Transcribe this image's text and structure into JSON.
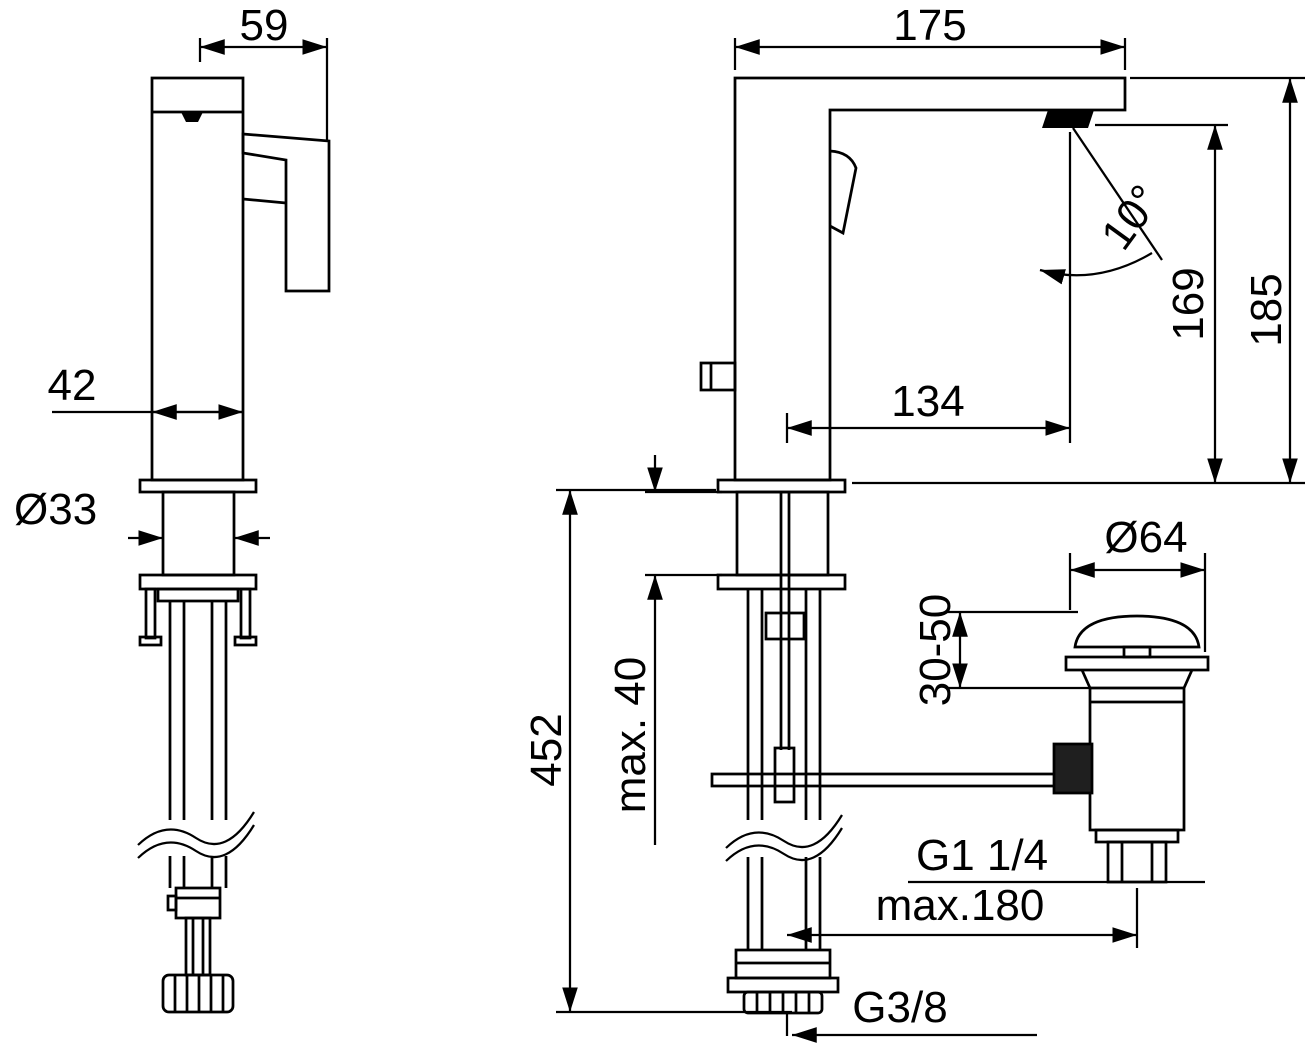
{
  "drawing": {
    "background": "#ffffff",
    "line_color": "#000000",
    "side_view": {
      "dim_top": "59",
      "dim_body": "42",
      "dim_shank": "Ø33"
    },
    "front_view": {
      "dim_reach": "175",
      "dim_angle": "10°",
      "dim_outlet_height": "169",
      "dim_total_height": "185",
      "dim_outlet_offset": "134",
      "dim_below_deck": "452",
      "dim_deck_thickness": "max. 40",
      "dim_waste_diameter": "Ø64",
      "dim_waste_adjust": "30-50",
      "dim_waste_thread": "G1 1/4",
      "dim_rod_travel": "max.180",
      "dim_supply_thread": "G3/8"
    }
  }
}
